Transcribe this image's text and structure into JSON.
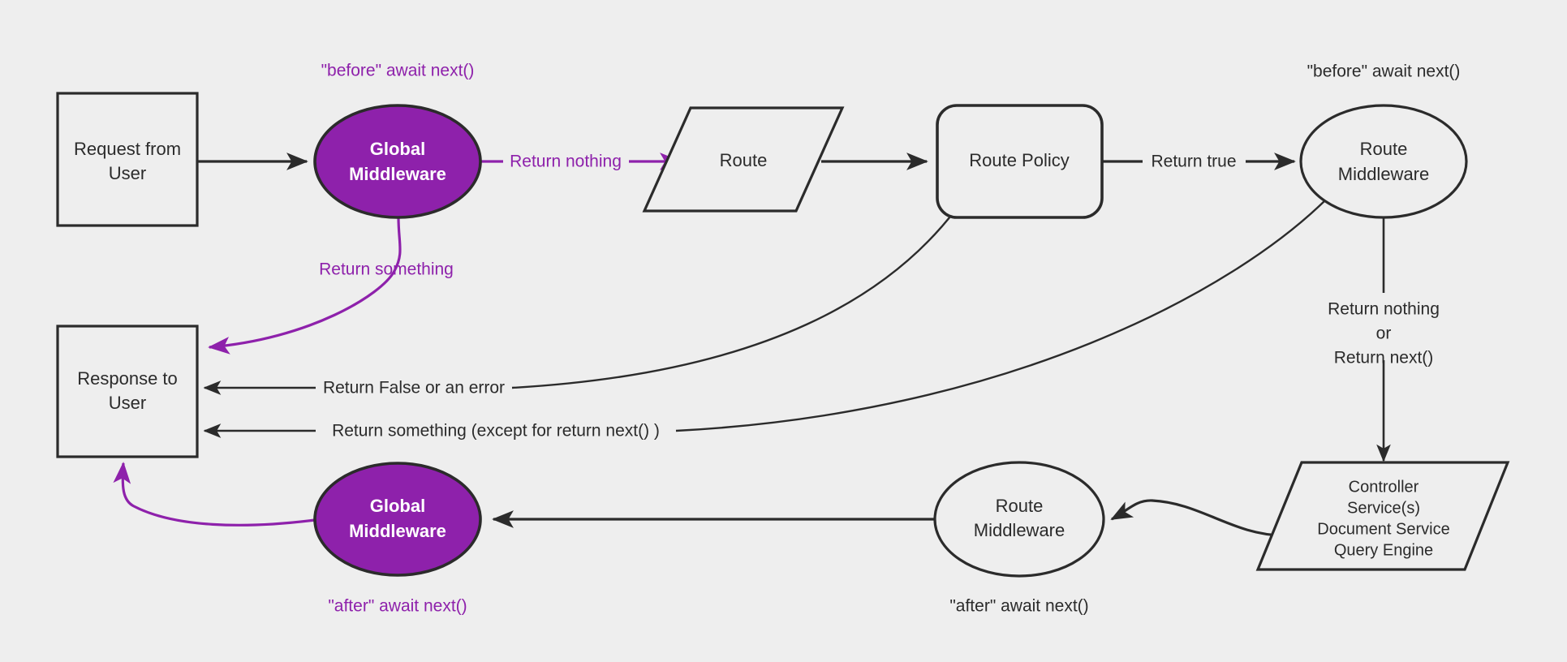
{
  "diagram": {
    "title": "Request lifecycle middleware flow",
    "background_color": "#eeeeee",
    "stroke_color": "#2b2b2b",
    "accent_color": "#8e21ab",
    "node_fill": "#eeeeee",
    "middleware_fill": "#8e21ab",
    "middleware_text_color": "#ffffff",
    "text_color": "#2b2b2b"
  },
  "nodes": {
    "request_from_user": {
      "line1": "Request from",
      "line2": "User",
      "shape": "rectangle"
    },
    "global_middleware_before": {
      "line1": "Global",
      "line2": "Middleware",
      "shape": "ellipse"
    },
    "route": {
      "line1": "Route",
      "shape": "parallelogram"
    },
    "route_policy": {
      "line1": "Route Policy",
      "shape": "rounded-rectangle"
    },
    "route_middleware_before": {
      "line1": "Route",
      "line2": "Middleware",
      "shape": "ellipse"
    },
    "controller_services": {
      "line1": "Controller",
      "line2": "Service(s)",
      "line3": "Document Service",
      "line4": "Query Engine",
      "shape": "parallelogram"
    },
    "route_middleware_after": {
      "line1": "Route",
      "line2": "Middleware",
      "shape": "ellipse"
    },
    "global_middleware_after": {
      "line1": "Global",
      "line2": "Middleware",
      "shape": "ellipse"
    },
    "response_to_user": {
      "line1": "Response to",
      "line2": "User",
      "shape": "rectangle"
    }
  },
  "annotations": {
    "before_await_next_global": "\"before\" await next()",
    "before_await_next_route": "\"before\" await next()",
    "after_await_next_global": "\"after\" await next()",
    "after_await_next_route": "\"after\" await next()"
  },
  "edges": {
    "request_to_global": {
      "label": "",
      "color": "#2b2b2b"
    },
    "global_return_nothing": {
      "label": "Return nothing",
      "color": "#8e21ab"
    },
    "global_return_something": {
      "label": "Return something",
      "color": "#8e21ab"
    },
    "route_to_policy": {
      "label": "",
      "color": "#2b2b2b"
    },
    "policy_return_true": {
      "label": "Return true",
      "color": "#2b2b2b"
    },
    "policy_return_false": {
      "label": "Return False or an error",
      "color": "#2b2b2b"
    },
    "route_mw_return_something": {
      "label": "Return something (except for return next() )",
      "color": "#2b2b2b"
    },
    "route_mw_return_nothing_or_next": {
      "line1": "Return nothing",
      "line2": "or",
      "line3": "Return next()",
      "color": "#2b2b2b"
    },
    "controller_to_route_mw_after": {
      "label": "",
      "color": "#2b2b2b"
    },
    "route_mw_after_to_global_after": {
      "label": "",
      "color": "#2b2b2b"
    },
    "global_after_to_response": {
      "label": "",
      "color": "#8e21ab"
    }
  }
}
